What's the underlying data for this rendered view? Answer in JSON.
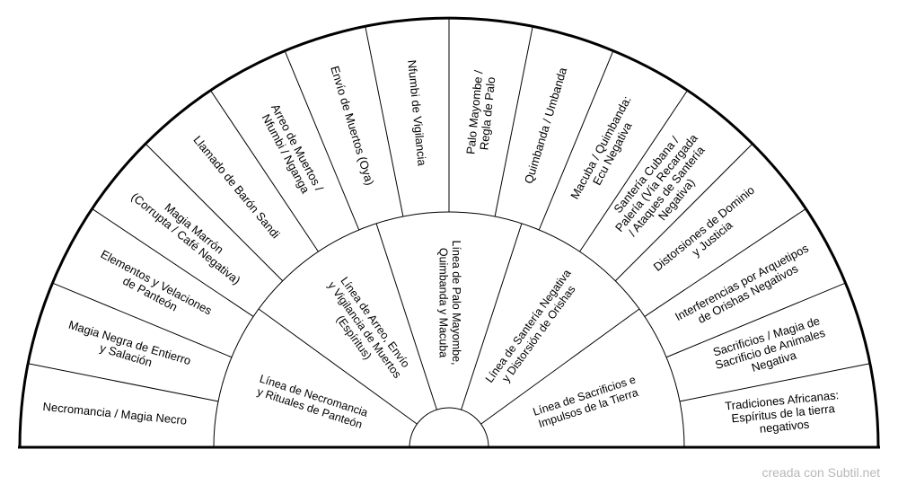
{
  "outer_sectors": [
    [
      "Necromancia / Magia Necro"
    ],
    [
      "Magia Negra de Entierro",
      "y Salación"
    ],
    [
      "Elementos y Velaciones",
      "de Panteón"
    ],
    [
      "Magia Marrón",
      "(Corrupta / Café Negativa)"
    ],
    [
      "Llamado de Barón Sandi"
    ],
    [
      "Arreo de Muertos /",
      "Nfumbi / Nganga"
    ],
    [
      "Envío de Muertos (Oya)"
    ],
    [
      "Nfumbi de Vigilancia"
    ],
    [
      "Palo Mayombe /",
      "Regla de Palo"
    ],
    [
      "Quimbanda / Umbanda"
    ],
    [
      "Macuba / Quimbanda:",
      "Ecu Negativa"
    ],
    [
      "Santería Cubana /",
      "Palería (Vía Recargada",
      "/ Ataques de Santería",
      "Negativa)"
    ],
    [
      "Distorsiones de Dominio",
      "y Justicia"
    ],
    [
      "Interferencias por Arquetipos",
      "de Orishas Negativos"
    ],
    [
      "Sacrificios / Magia de",
      "Sacrificio de Animales",
      "Negativa"
    ],
    [
      "Tradiciones Africanas:",
      "Espíritus de la tierra",
      "negativos"
    ]
  ],
  "inner_sectors": [
    [
      "Línea de Necromancia",
      "y Rituales de Panteón"
    ],
    [
      "Línea de Arreo, Envío",
      "y Vigilancia de Muertos",
      "(Espíritus)"
    ],
    [
      "Línea de Palo Mayombe,",
      "Quimbanda y Macuba"
    ],
    [
      "Línea de Santería Negativa",
      "y Distorsión de Orishas"
    ],
    [
      "Línea de Sacrificios e",
      "Impulsos de la Tierra"
    ]
  ],
  "credit": "creada con Subtil.net"
}
